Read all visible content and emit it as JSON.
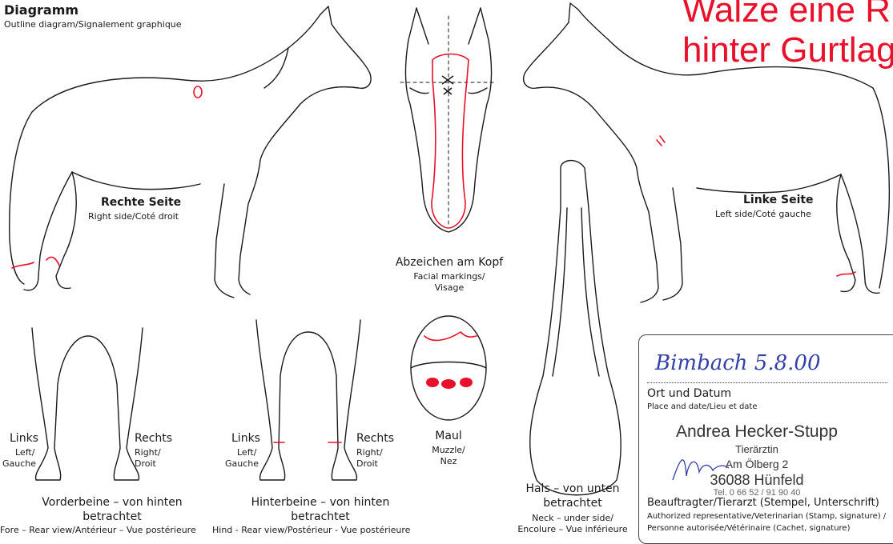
{
  "header": {
    "title": "Diagramm",
    "subtitle": "Outline diagram/Signalement graphique"
  },
  "annotation_note": {
    "line1": "Walze eine R",
    "line2": "hinter Gurtlag"
  },
  "right_side": {
    "title": "Rechte Seite",
    "subtitle": "Right side/Coté droit"
  },
  "left_side": {
    "title": "Linke Seite",
    "subtitle": "Left side/Coté gauche"
  },
  "head": {
    "title": "Abzeichen am Kopf",
    "subtitle1": "Facial markings/",
    "subtitle2": "Visage"
  },
  "muzzle": {
    "title": "Maul",
    "subtitle1": "Muzzle/",
    "subtitle2": "Nez"
  },
  "neck": {
    "title1": "Hals – von unten",
    "title2": "betrachtet",
    "subtitle1": "Neck – under side/",
    "subtitle2": "Encolure – Vue inférieure"
  },
  "forelegs": {
    "left_label": "Links",
    "left_sub1": "Left/",
    "left_sub2": "Gauche",
    "right_label": "Rechts",
    "right_sub1": "Right/",
    "right_sub2": "Droit",
    "title1": "Vorderbeine – von hinten",
    "title2": "betrachtet",
    "subtitle": "Fore – Rear view/Antérieur – Vue postérieure"
  },
  "hindlegs": {
    "left_label": "Links",
    "left_sub1": "Left/",
    "left_sub2": "Gauche",
    "right_label": "Rechts",
    "right_sub1": "Right/",
    "right_sub2": "Droit",
    "title1": "Hinterbeine – von hinten",
    "title2": "betrachtet",
    "subtitle": "Hind - Rear view/Postérieur - Vue postérieure"
  },
  "signature_box": {
    "handwritten_place_date": "Bimbach  5.8.00",
    "place_date_label": "Ort und Datum",
    "place_date_sub": "Place and date/Lieu et date",
    "stamp_name": "Andrea Hecker-Stupp",
    "stamp_title": "Tierärztin",
    "stamp_street": "Am Ölberg 2",
    "stamp_city": "36088 Hünfeld",
    "stamp_phone": "Tel. 0 66 52 / 91 90 40",
    "rep_label": "Beauftragter/Tierarzt (Stempel, Unterschrift)",
    "rep_sub1": "Authorized representative/Veterinarian (Stamp, signature) /",
    "rep_sub2": "Personne autorisée/Vétérinaire (Cachet, signature)"
  },
  "colors": {
    "ink": "#1a1a1a",
    "marking": "#e8102a",
    "handwriting": "#3340a8"
  }
}
